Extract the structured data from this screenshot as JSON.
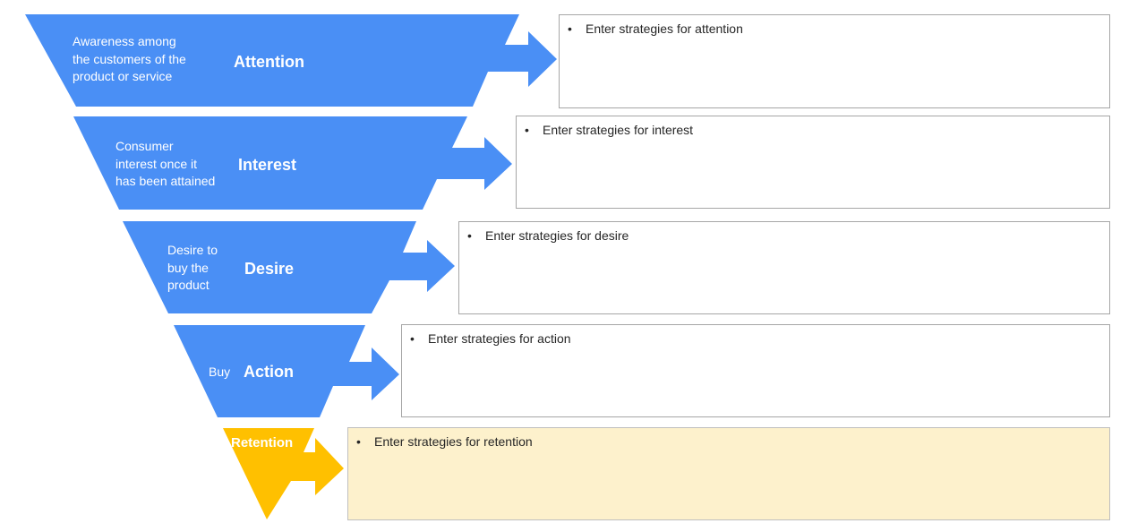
{
  "colors": {
    "stage_blue": "#4a8ff5",
    "stage_retention": "#ffc000",
    "box_border": "#a6a6a6",
    "box_highlight": "#fdf1cc",
    "text_dark": "#262626"
  },
  "bullet_glyph": "•",
  "stages": [
    {
      "name": "Attention",
      "description": [
        "Awareness among",
        "the customers of the",
        "product or service"
      ],
      "strategy": "Enter strategies for attention"
    },
    {
      "name": "Interest",
      "description": [
        "Consumer",
        "interest once it",
        "has been attained"
      ],
      "strategy": "Enter strategies for interest"
    },
    {
      "name": "Desire",
      "description": [
        "Desire to",
        "buy the",
        "product"
      ],
      "strategy": "Enter strategies for desire"
    },
    {
      "name": "Action",
      "description": [
        "Buy"
      ],
      "strategy": "Enter strategies for action"
    },
    {
      "name": "Retention",
      "description": [],
      "strategy": "Enter strategies for retention"
    }
  ]
}
